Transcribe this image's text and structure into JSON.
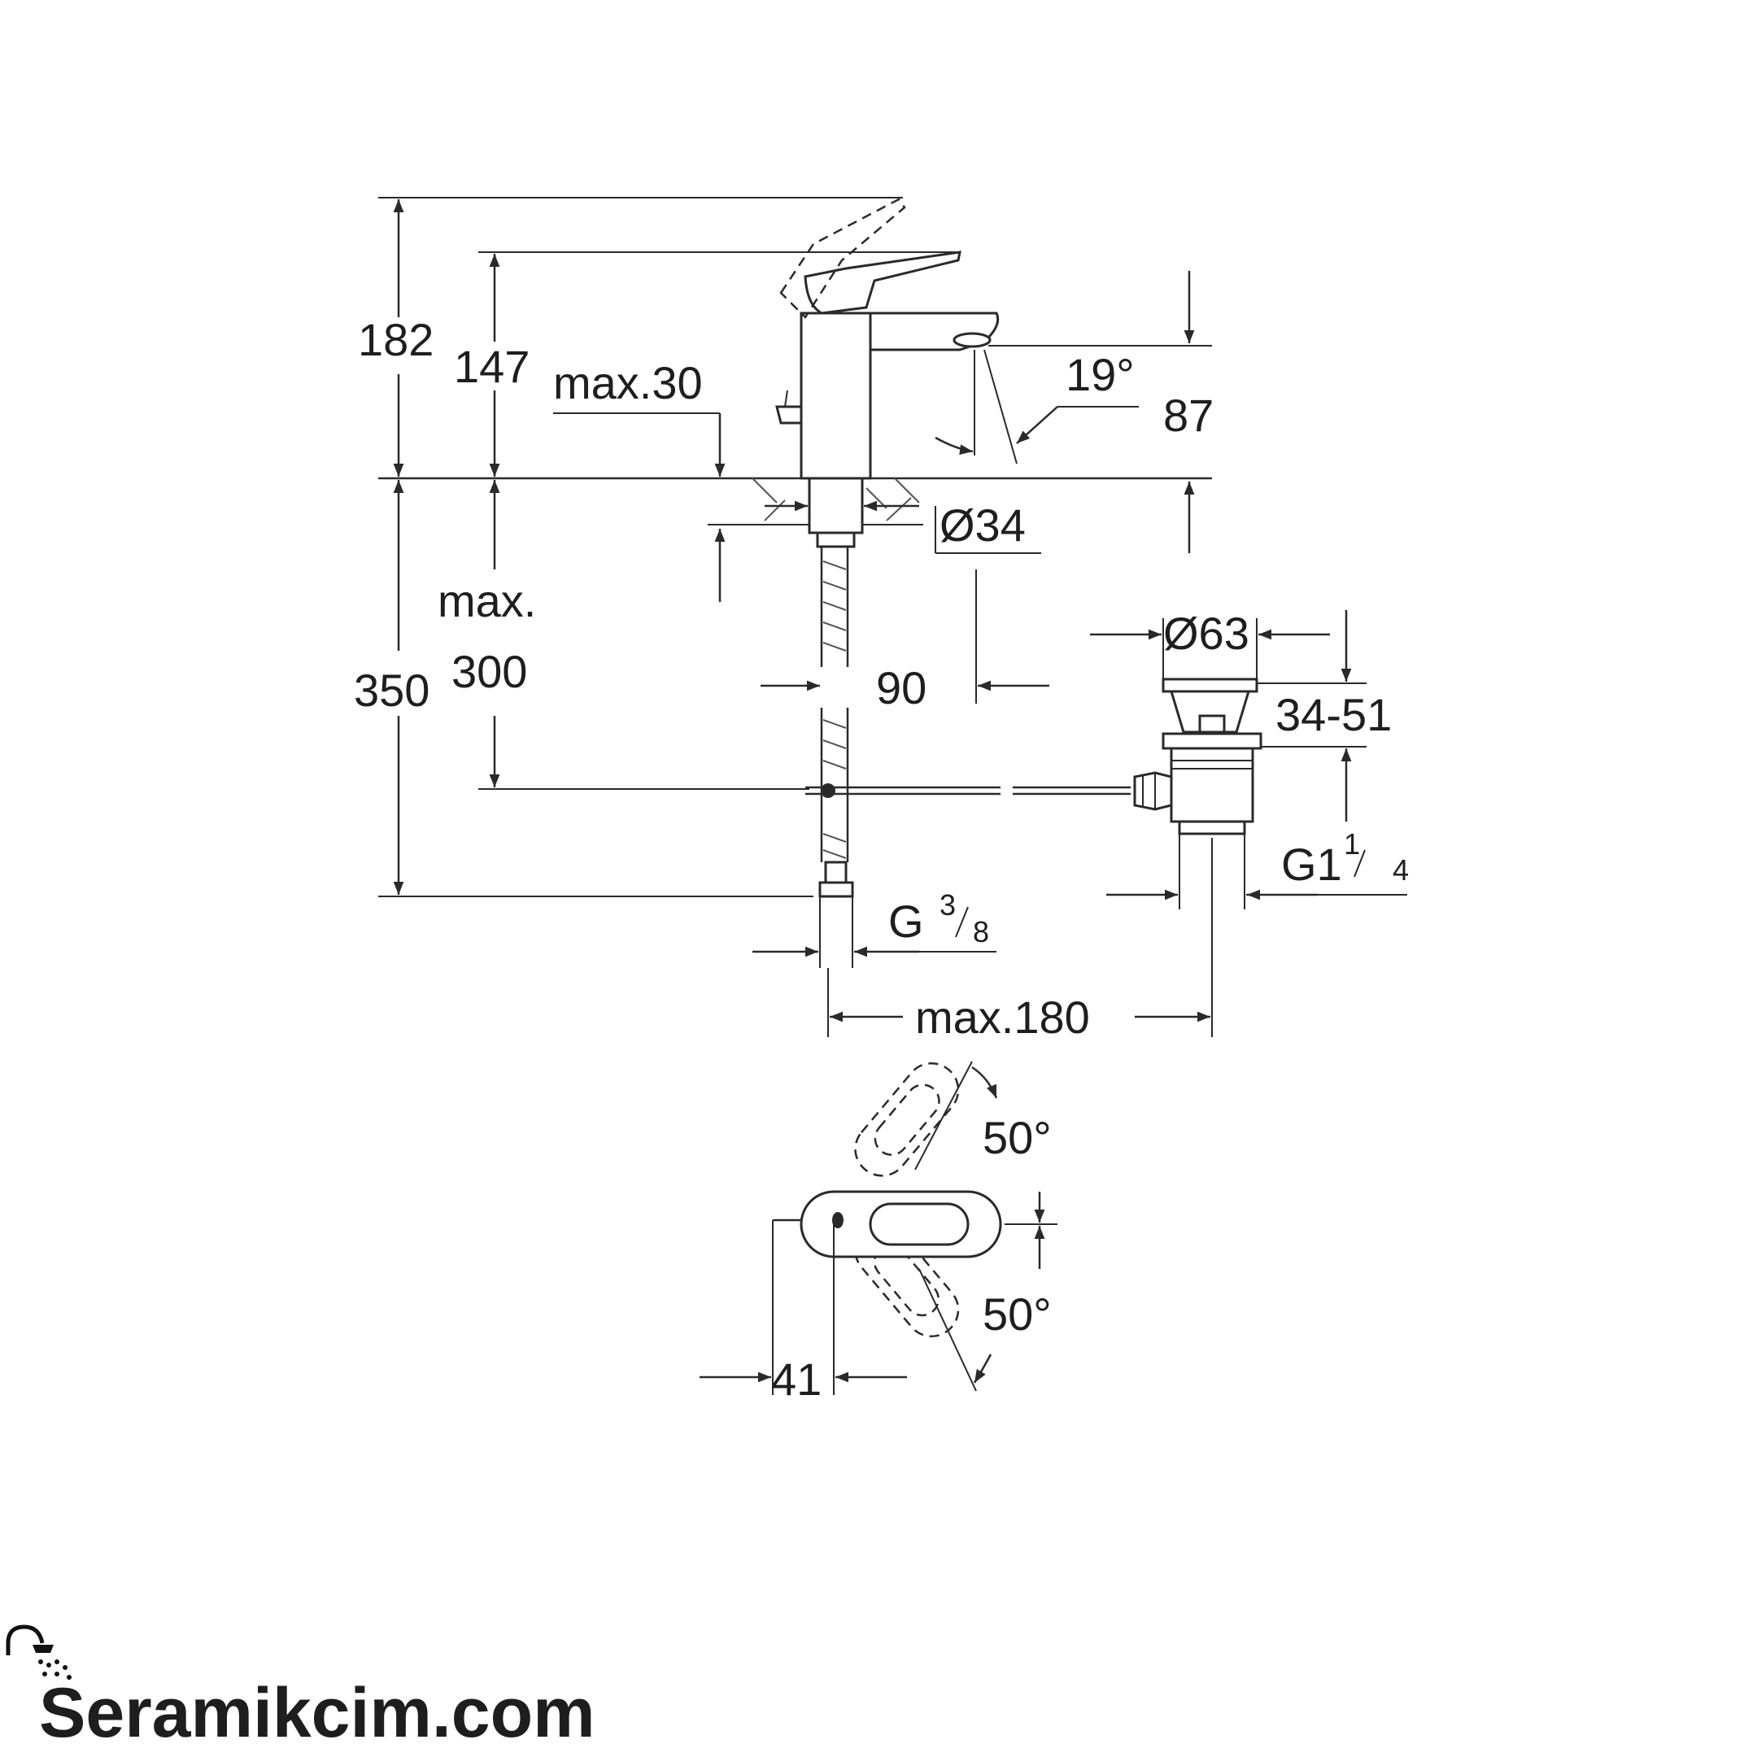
{
  "dimensions": {
    "d182": "182",
    "d147": "147",
    "d_max30": "max.30",
    "d19deg": "19°",
    "d87": "87",
    "d_dia34": "Ø34",
    "d_max": "max.",
    "d300": "300",
    "d350": "350",
    "d90": "90",
    "d_dia63": "Ø63",
    "d34_51": "34-51",
    "g1_main": "G1",
    "g1_num": "1",
    "g1_den": "4",
    "g38_main": "G",
    "g38_num": "3",
    "g38_den": "8",
    "d_max180": "max.180",
    "d50a": "50°",
    "d50b": "50°",
    "d41": "41"
  },
  "brand": {
    "name": "Seramikcim.com",
    "icon": "shower-icon"
  }
}
